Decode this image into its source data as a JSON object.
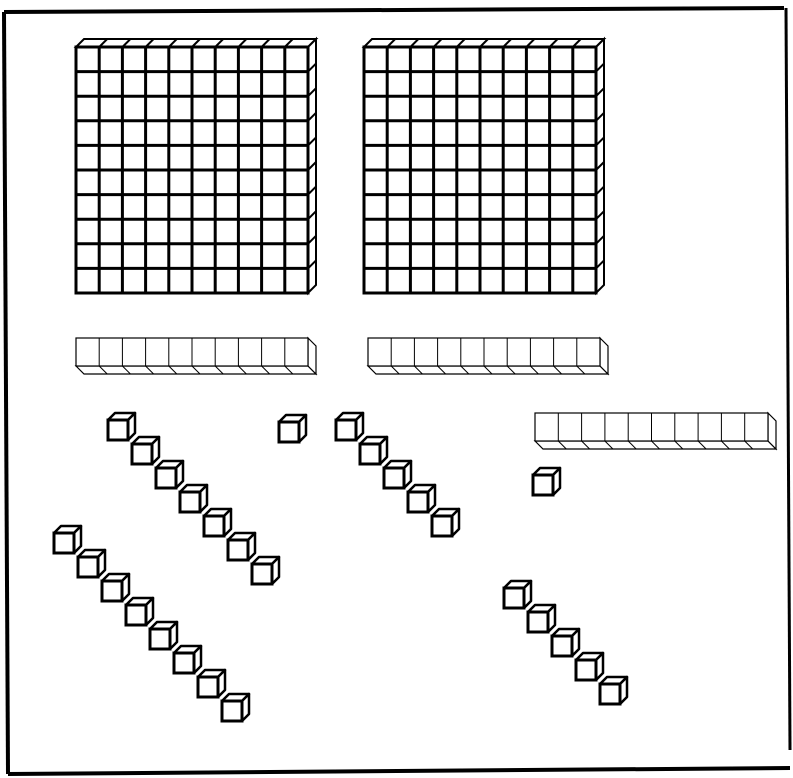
{
  "blocks": {
    "hundreds": [
      {
        "name": "hundred-flat-1",
        "rows": 10,
        "cols": 10
      },
      {
        "name": "hundred-flat-2",
        "rows": 10,
        "cols": 10
      }
    ],
    "tens": [
      {
        "name": "ten-rod-1",
        "units": 10
      },
      {
        "name": "ten-rod-2",
        "units": 10
      },
      {
        "name": "ten-rod-3",
        "units": 10
      }
    ],
    "ones_groups": [
      {
        "name": "ones-diagonal-group-1",
        "count": 7
      },
      {
        "name": "ones-diagonal-group-2",
        "count": 8
      },
      {
        "name": "ones-diagonal-group-3",
        "count": 5
      },
      {
        "name": "ones-diagonal-group-4",
        "count": 5
      },
      {
        "name": "single-unit-cube-1",
        "count": 1
      },
      {
        "name": "single-unit-cube-2",
        "count": 1
      }
    ]
  },
  "colors": {
    "stroke": "#000000",
    "face": "#ffffff",
    "side": "#ffffff",
    "border": "#000000"
  }
}
